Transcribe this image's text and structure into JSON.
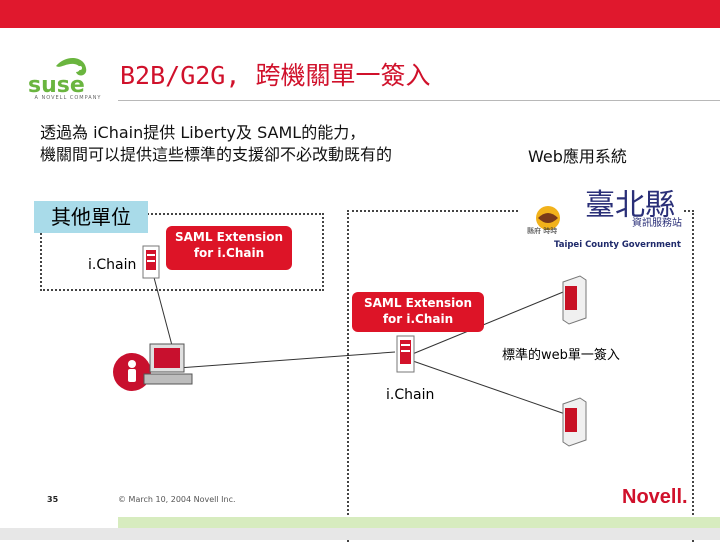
{
  "header": {
    "title": "B2B/G2G, 跨機關單一簽入"
  },
  "logo": {
    "brand": "suse",
    "tagline": "A NOVELL COMPANY"
  },
  "subtitle": {
    "line1": "透過為 iChain提供 Liberty及 SAML的能力，",
    "line2": "機關間可以提供這些標準的支援卻不必改動既有的"
  },
  "web_apps_label": "Web應用系統",
  "left_group": {
    "label": "其他單位",
    "ichain_label": "i.Chain",
    "saml_callout": "SAML Extension for i.Chain"
  },
  "right_group": {
    "saml_callout": "SAML Extension for i.Chain",
    "web_sso_label": "標準的web單一簽入",
    "ichain_label": "i.Chain"
  },
  "government_logo": {
    "name": "臺北縣",
    "unit": "資訊服務站",
    "english": "Taipei County Government",
    "small": "縣府 時時"
  },
  "footer": {
    "page_number": "35",
    "copyright": "© March 10, 2004 Novell Inc.",
    "brand": "Novell."
  },
  "colors": {
    "accent_red": "#d0112b",
    "callout_red": "#dd1427",
    "label_blue": "#a9dbe9",
    "suse_green": "#6ab53f"
  }
}
